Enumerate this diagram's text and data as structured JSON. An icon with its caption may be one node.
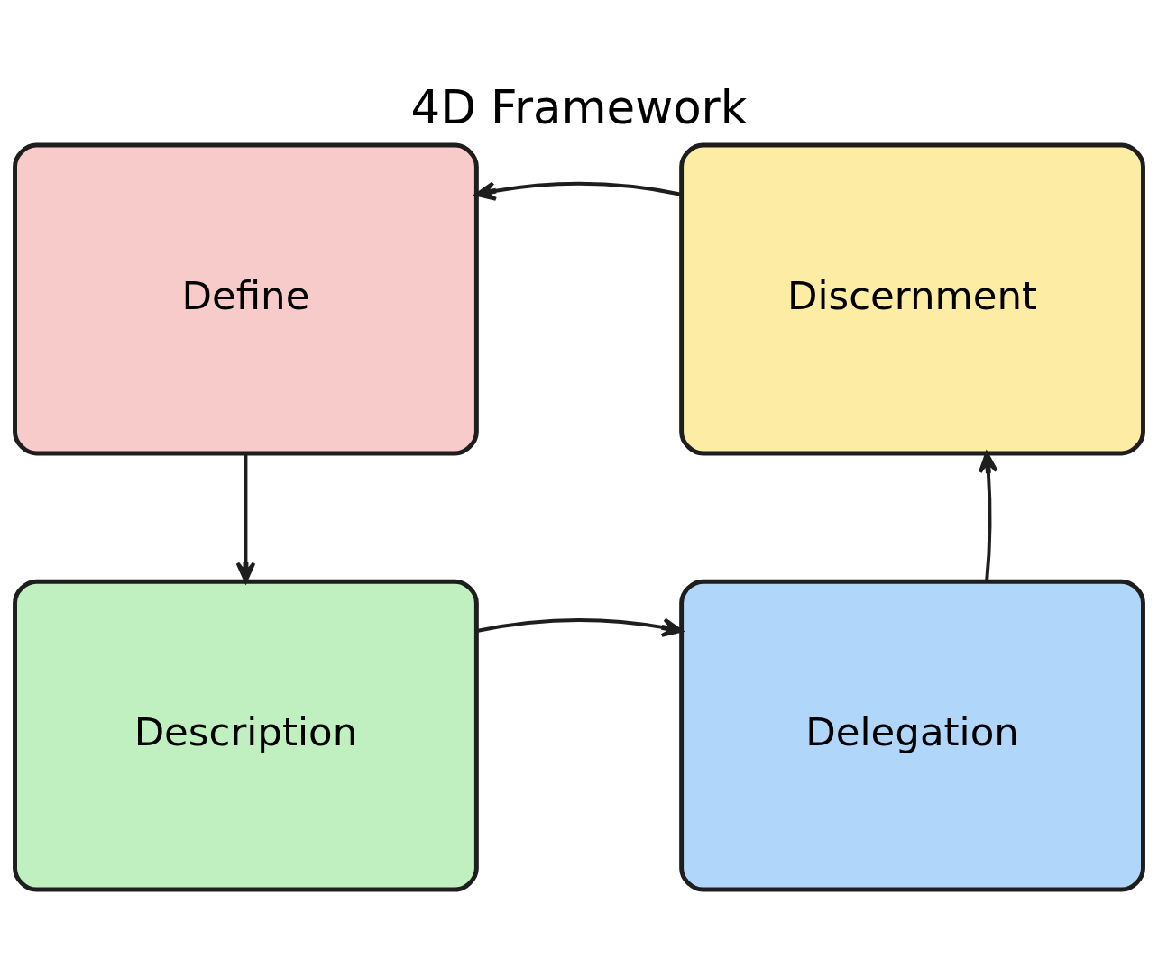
{
  "diagram": {
    "title": "4D Framework",
    "nodes": [
      {
        "text": [
          "Define"
        ]
      },
      {
        "text": [
          "Discernment"
        ]
      },
      {
        "text": [
          "Description"
        ]
      },
      {
        "text": [
          "Delegation"
        ]
      }
    ],
    "edges": [
      {
        "from": 1,
        "to": 0,
        "arrow": "to"
      },
      {
        "from": 0,
        "to": 2,
        "arrow": "to"
      },
      {
        "from": 2,
        "to": 3,
        "arrow": "to"
      },
      {
        "from": 3,
        "to": 1,
        "arrow": "to"
      }
    ]
  }
}
